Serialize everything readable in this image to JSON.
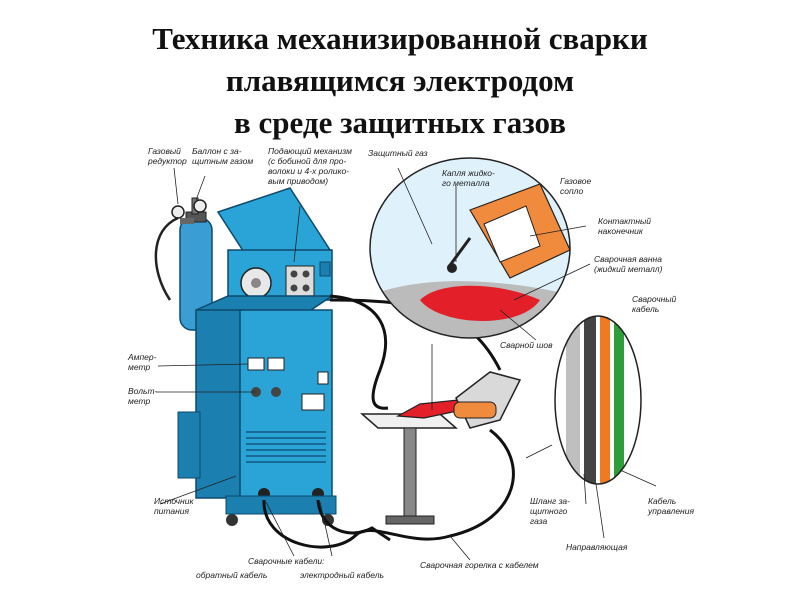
{
  "title": {
    "line1": "Техника механизированной сварки",
    "line2": "плавящимся электродом",
    "line3": "в среде защитных газов"
  },
  "labels": {
    "gas_reducer": [
      "Газовый",
      "редуктор"
    ],
    "gas_cylinder": [
      "Баллон с за-",
      "щитным газом"
    ],
    "feed_mechanism": [
      "Подающий механизм",
      "(с бобиной для про-",
      "волоки и 4-х ролико-",
      "вым приводом)"
    ],
    "shield_gas": [
      "Защитный газ"
    ],
    "metal_drop": [
      "Капля жидко-",
      "го металла"
    ],
    "gas_nozzle": [
      "Газовое",
      "сопло"
    ],
    "contact_tip": [
      "Контактный",
      "наконечник"
    ],
    "weld_pool": [
      "Сварочная ванна",
      "(жидкий металл)"
    ],
    "weld_seam": [
      "Сварной шов"
    ],
    "welding_cable": [
      "Сварочный",
      "кабель"
    ],
    "ammeter": [
      "Ампер-",
      "метр"
    ],
    "voltmeter": [
      "Вольт-",
      "метр"
    ],
    "power_source": [
      "Источник",
      "питания"
    ],
    "gas_hose": [
      "Шланг за-",
      "щитного",
      "газа"
    ],
    "control_cable": [
      "Кабель",
      "управления"
    ],
    "guide": [
      "Направляющая"
    ],
    "welding_cables": [
      "Сварочные кабели:"
    ],
    "return_cable": [
      "обратный кабель"
    ],
    "electrode_cable": [
      "электродный кабель"
    ],
    "welding_gun": [
      "Сварочная горелка с кабелем"
    ]
  },
  "colors": {
    "machine": "#2aa3d6",
    "machine_dark": "#1b7fb0",
    "cylinder": "#3a9ed4",
    "nozzle": "#f08a3c",
    "weld_pool": "#e3202a",
    "glove": "#d9d9d9",
    "cable_green": "#2e9e3a",
    "cable_orange": "#f07a22"
  }
}
